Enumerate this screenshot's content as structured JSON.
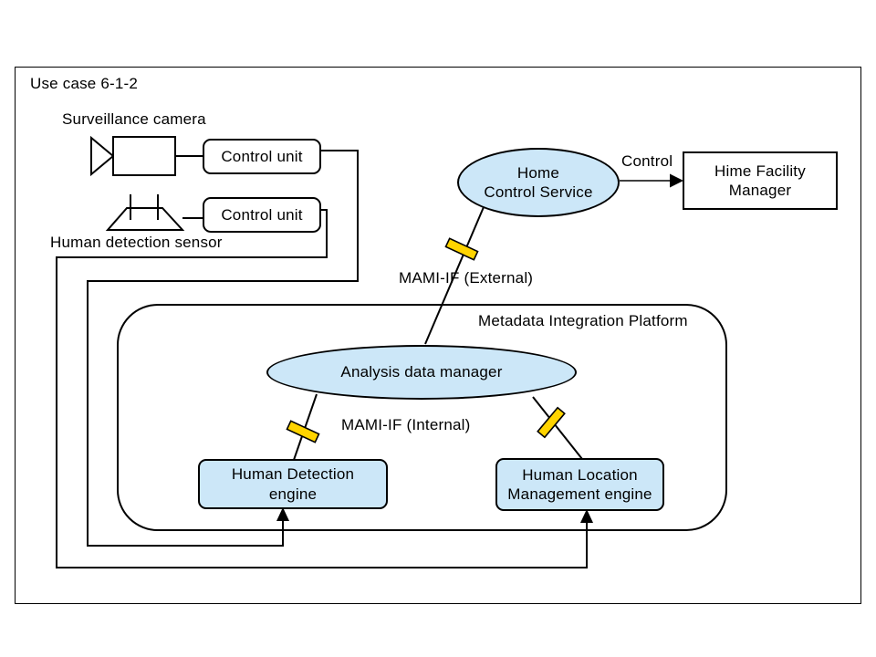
{
  "diagram": {
    "title": "Use case 6-1-2",
    "labels": {
      "surveillance_camera": "Surveillance camera",
      "human_detection_sensor": "Human detection sensor",
      "control_arrow": "Control",
      "mami_if_external": "MAMI-IF (External)",
      "mami_if_internal": "MAMI-IF (Internal)",
      "metadata_platform": "Metadata Integration Platform"
    },
    "nodes": {
      "control_unit_camera": {
        "label": "Control unit"
      },
      "control_unit_sensor": {
        "label": "Control unit"
      },
      "home_control_service": {
        "label": "Home\nControl Service"
      },
      "hime_facility_manager": {
        "label": "Hime Facility\nManager"
      },
      "analysis_data_manager": {
        "label": "Analysis data manager"
      },
      "human_detection_engine": {
        "label": "Human Detection\nengine"
      },
      "human_location_engine": {
        "label": "Human Location\nManagement engine"
      }
    },
    "colors": {
      "node_fill": "#cce7f8",
      "connector_yellow": "#ffd400",
      "line": "#000000",
      "background": "#ffffff"
    }
  }
}
